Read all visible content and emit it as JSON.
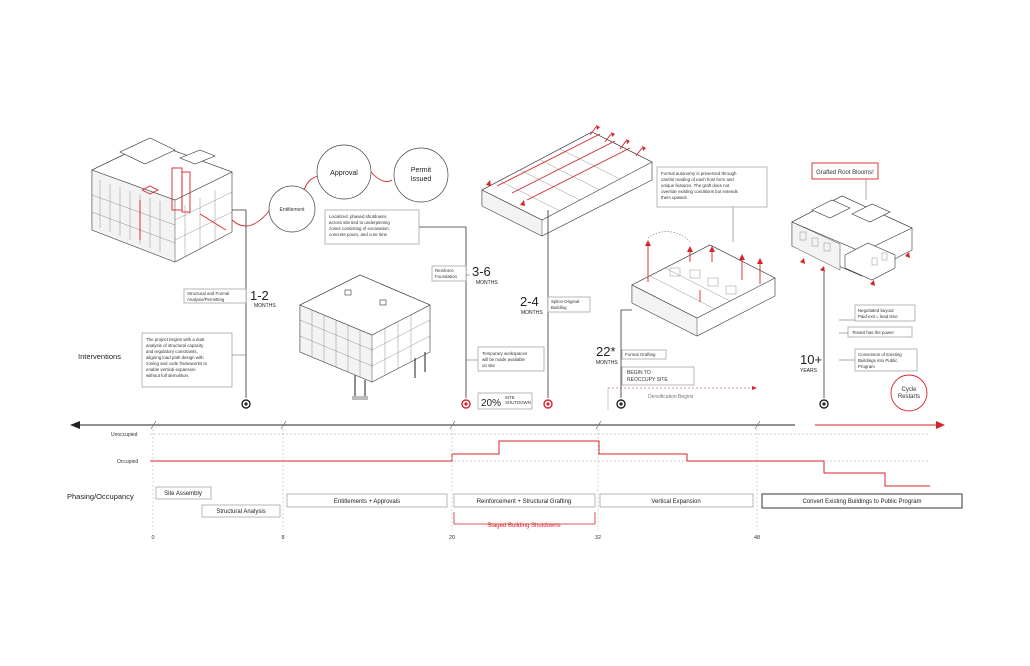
{
  "labels": {
    "interventions": "Interventions",
    "phasing": "Phasing/Occupancy",
    "unoccupied": "Unoccupied",
    "occupied": "Occupied"
  },
  "bubbles": {
    "entitlement": "Entitlement",
    "approval": "Approval",
    "permit_line1": "Permit",
    "permit_line2": "Issued"
  },
  "milestones": {
    "m1": {
      "number": "1-2",
      "unit": "MONTHS",
      "note_line1": "Structural and Formal",
      "note_line2": "Analysis/Permitting"
    },
    "m2": {
      "number": "3-6",
      "unit": "MONTHS",
      "note_line1": "Reinforce",
      "note_line2": "Foundation"
    },
    "m3": {
      "number": "2-4",
      "unit": "MONTHS",
      "note_line1": "Splice Original",
      "note_line2": "Building"
    },
    "m4": {
      "number": "22*",
      "unit": "MONTHS",
      "note": "Formal Grafting"
    },
    "m5": {
      "number": "10+",
      "unit": "YEARS",
      "note_line1": "Conversion of Existing",
      "note_line2": "Buildings into Public",
      "note_line3": "Program"
    }
  },
  "notes": {
    "project": [
      "The project begins with a dual",
      "analysis of structural capacity",
      "and regulatory constraints,",
      "aligning load path design with",
      "zoning and code frameworks to",
      "enable vertical expansion",
      "without full demolition."
    ],
    "shutdowns": [
      "Localized, phased shutdowns",
      "across site tied to underpinning",
      "zones consisting of excavation,",
      "concrete pours, and cure time"
    ],
    "workspaces": [
      "Temporary workspaces",
      "will be made available",
      "on site"
    ],
    "site_pct": "20%",
    "site_line1": "SITE",
    "site_line2": "SHUTDOWN",
    "autonomy": [
      "Formal autonomy is preserved through",
      "careful reading of each host form and",
      "unique features. The graft does not",
      "override existing conditions but extends",
      "them upward."
    ],
    "grafted": "Grafted Root Blooms!",
    "buyout_line1": "Negotiated buyout",
    "buyout_line2": "Paid exit = lead time",
    "tenant": "Tenant has the power",
    "reoccupy_line1": "BEGIN TO",
    "reoccupy_line2": "REOCCUPY SITE",
    "densification": "Densification Begins",
    "cycle_line1": "Cycle",
    "cycle_line2": "Restarts"
  },
  "phases": {
    "site_assembly": "Site Assembly",
    "structural_analysis": "Structural Analysis",
    "entitlements": "Entitlements + Approvals",
    "reinforcement": "Reinforcement + Structural Grafting",
    "vertical": "Vertical Expansion",
    "convert": "Convert Existing Buildings to Public Program",
    "staged": "Staged Building Shutdowns"
  },
  "ticks": [
    "0",
    "8",
    "20",
    "32",
    "48"
  ],
  "colors": {
    "accent": "#d6232a",
    "ink": "#222222"
  }
}
